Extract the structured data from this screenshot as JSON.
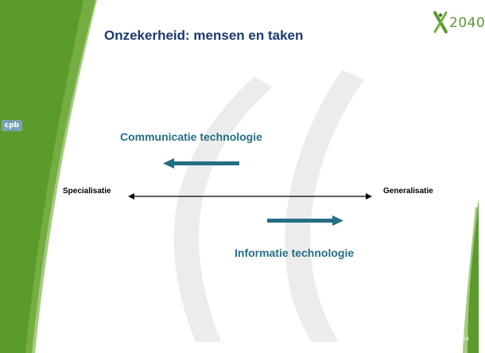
{
  "slide": {
    "title": "Onzekerheid: mensen en taken",
    "page_number": "14"
  },
  "logo": {
    "icon": "x-figure-logo-icon",
    "text": "2040"
  },
  "side_logo": {
    "text": "cpb"
  },
  "diagram": {
    "top_label": "Communicatie technologie",
    "bottom_label": "Informatie technologie",
    "left_end_label": "Specialisatie",
    "right_end_label": "Generalisatie"
  },
  "colors": {
    "accent_green": "#5a9b2c",
    "title_navy": "#1a3a6e",
    "arrow_teal": "#256f85",
    "watermark_gray": "#ececec"
  }
}
